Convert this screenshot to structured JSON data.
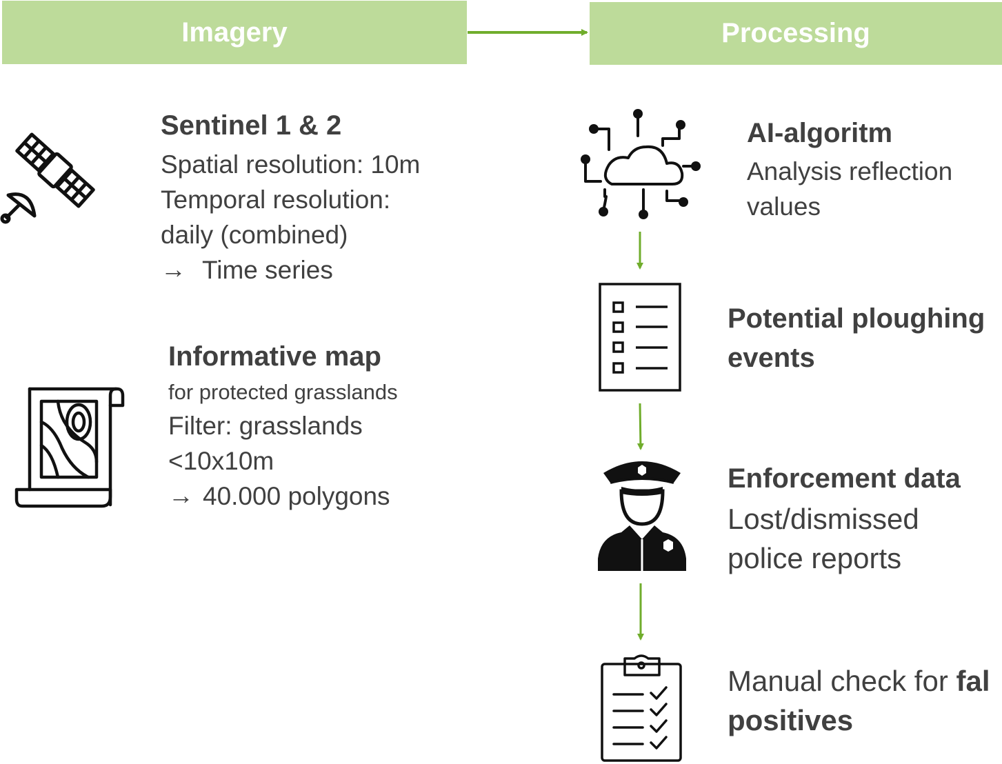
{
  "header": {
    "imagery_label": "Imagery",
    "processing_label": "Processing"
  },
  "imagery": {
    "sentinel": {
      "title": "Sentinel 1 & 2",
      "spatial": "Spatial resolution: 10m",
      "temporal_1": "Temporal resolution:",
      "temporal_2": "daily (combined)",
      "arrow": "→",
      "result": "Time series",
      "icon": "satellite-icon"
    },
    "map": {
      "title": "Informative map",
      "subtitle": "for protected grasslands",
      "filter_1": "Filter: grasslands",
      "filter_2": "<10x10m",
      "arrow": "→",
      "result": "40.000 polygons",
      "icon": "map-scroll-icon"
    }
  },
  "processing": {
    "ai": {
      "title": "AI-algoritm",
      "line_1": "Analysis reflection",
      "line_2": "values",
      "icon": "cloud-network-icon"
    },
    "ploughing": {
      "title_1": "Potential ploughing",
      "title_2": "events",
      "icon": "checklist-icon"
    },
    "enforcement": {
      "title": "Enforcement data",
      "line_1": "Lost/dismissed",
      "line_2": "police reports",
      "icon": "police-officer-icon"
    },
    "manual": {
      "line_1_regular": "Manual check for ",
      "line_1_bold": "fal",
      "line_2_bold": "positives",
      "icon": "clipboard-check-icon"
    }
  },
  "colors": {
    "banner": "#bddb9a",
    "arrow": "#70ad2c",
    "text": "#404040",
    "icon": "#111111"
  }
}
